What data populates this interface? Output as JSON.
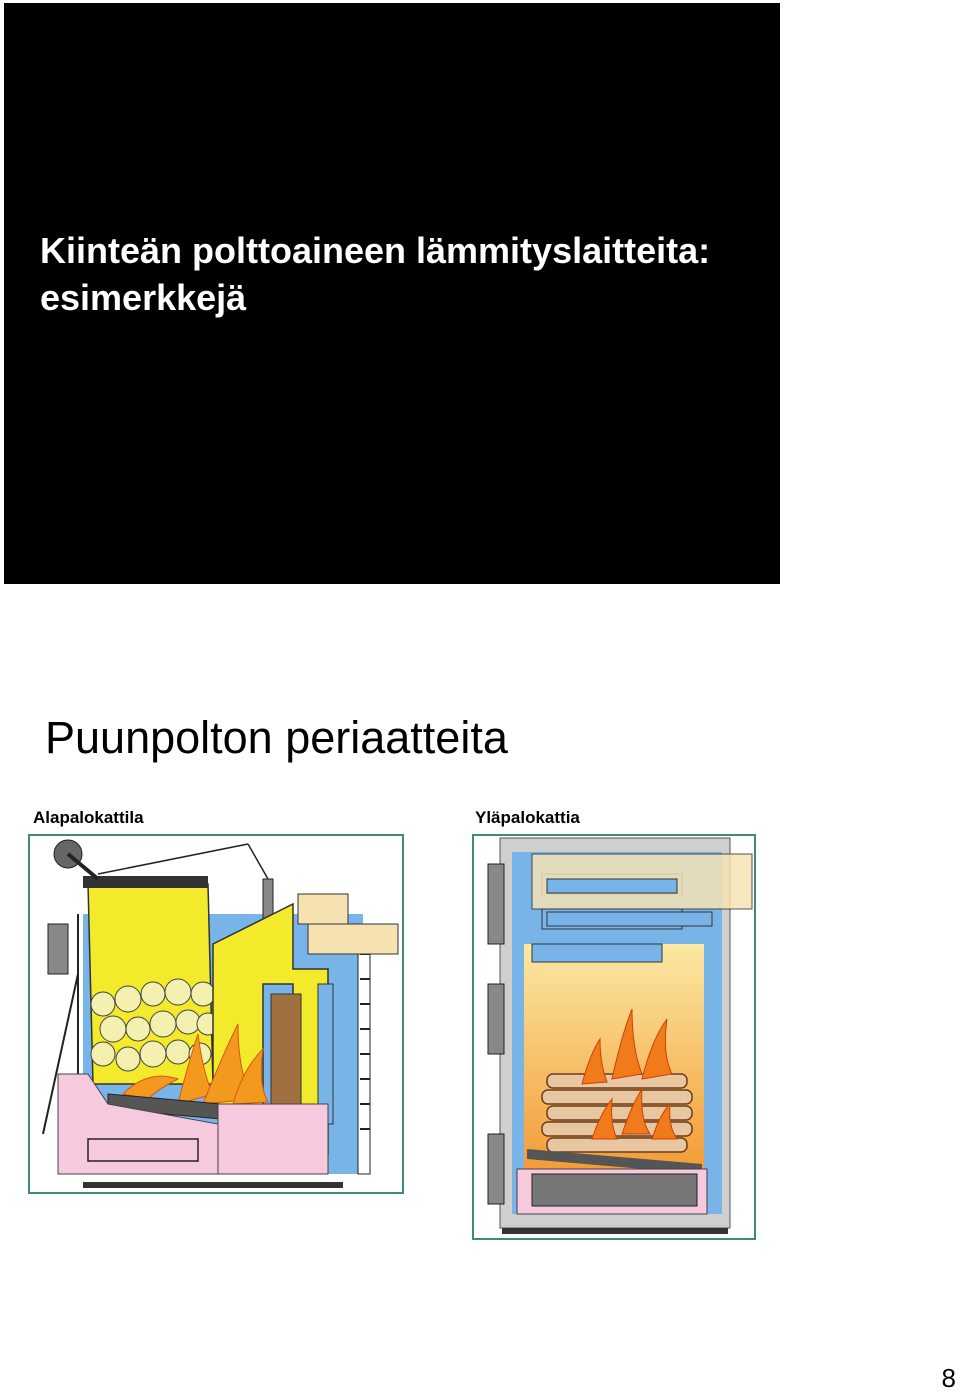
{
  "slide1": {
    "title_line1": "Kiinteän polttoaineen lämmityslaitteita:",
    "title_line2": "esimerkkejä"
  },
  "slide2": {
    "title": "Puunpolton periaatteita",
    "left_caption": "Alapalokattila",
    "right_caption": "Yläpalokattia"
  },
  "page_number": "8"
}
